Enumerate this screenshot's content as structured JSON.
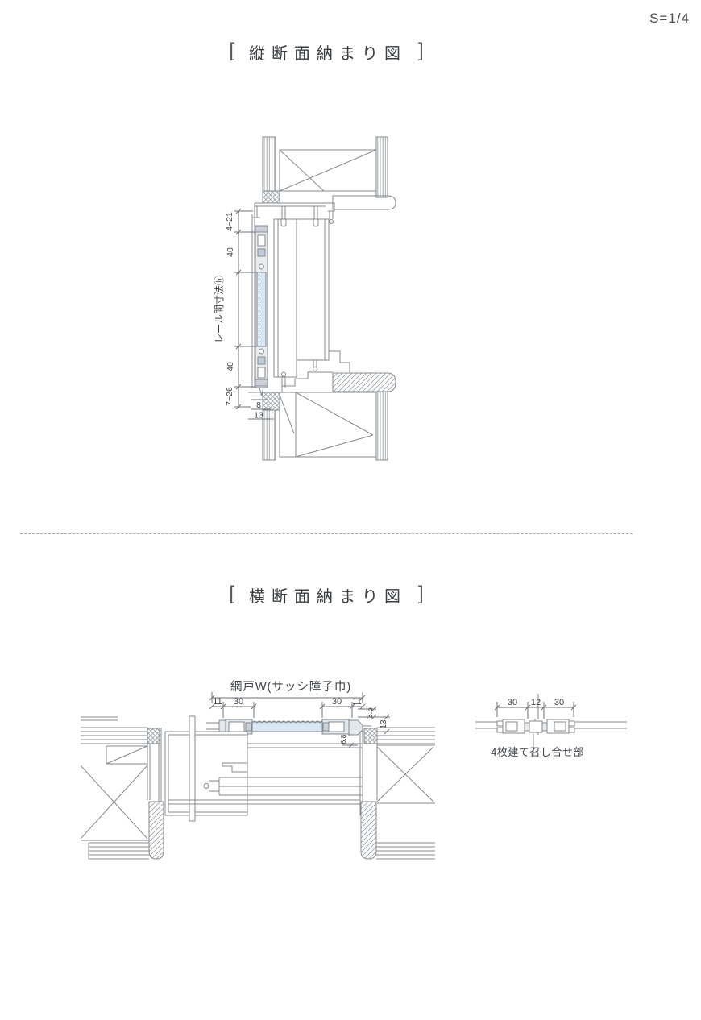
{
  "page": {
    "scale_label": "S=1/4"
  },
  "vertical_section": {
    "bracket_open": "[",
    "bracket_close": "]",
    "title": "縦断面納まり図",
    "dims": {
      "top_clearance": "4~21",
      "upper_rail": "40",
      "rail_span": "レール間寸法ⓗ",
      "lower_rail": "40",
      "bottom_clearance": "7~26",
      "sill_step_upper": "8",
      "sill_step_lower": "13"
    }
  },
  "horizontal_section": {
    "bracket_open": "[",
    "bracket_close": "]",
    "title": "横断面納まり図",
    "width_label": "網戸W(サッシ障子巾)",
    "dims": {
      "left_margin": "11",
      "left_stile": "30",
      "right_stile": "30",
      "right_margin": "11",
      "face_offset": "3.5",
      "frame_depth": "13",
      "inner_offset": "6.8"
    }
  },
  "meeting_detail": {
    "dims": {
      "left_stile": "30",
      "interlock": "12",
      "right_stile": "30"
    },
    "caption": "4枚建て召し合せ部"
  },
  "colors": {
    "line": "#85898e",
    "dim_line": "#6e7276",
    "text": "#3e4247",
    "mesh_fill": "#d9e6f3",
    "hatch": "#9aa0a5"
  }
}
